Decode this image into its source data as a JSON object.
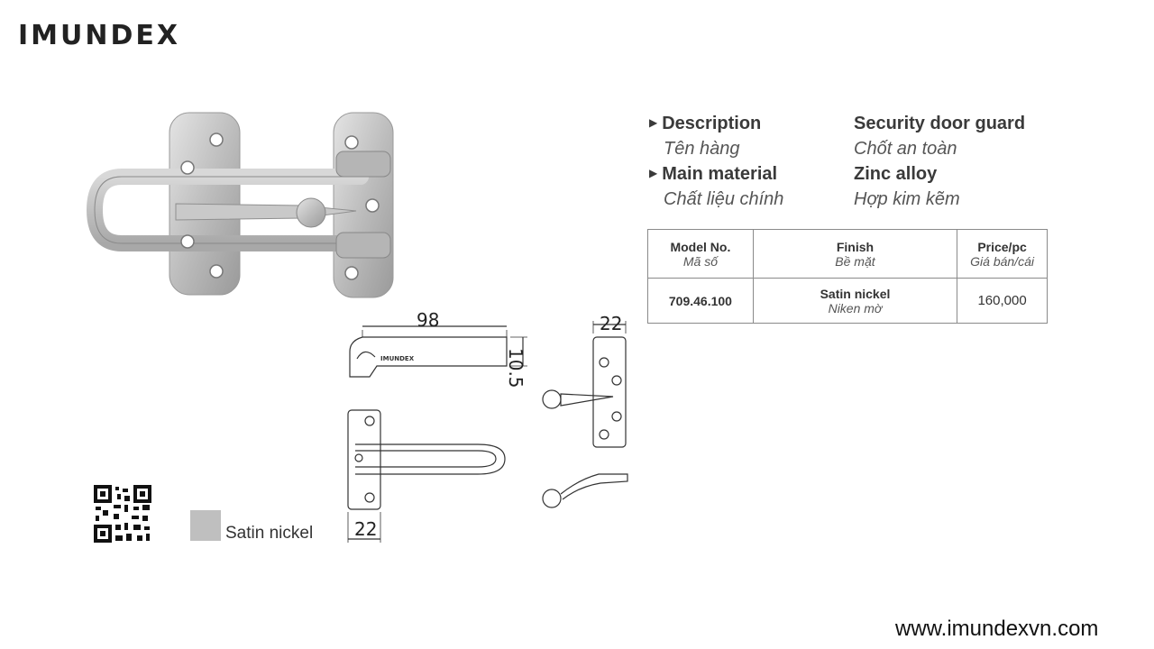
{
  "brand": {
    "logo_text": "IMUNDEX"
  },
  "specs": [
    {
      "key_en": "Description",
      "key_vi": "Tên hàng",
      "val_en": "Security door guard",
      "val_vi": "Chốt an toàn"
    },
    {
      "key_en": "Main material",
      "key_vi": "Chất liệu chính",
      "val_en": "Zinc alloy",
      "val_vi": "Hợp kim kẽm"
    }
  ],
  "table": {
    "headers": [
      {
        "en": "Model No.",
        "vi": "Mã số"
      },
      {
        "en": "Finish",
        "vi": "Bề mặt"
      },
      {
        "en": "Price/pc",
        "vi": "Giá bán/cái"
      }
    ],
    "rows": [
      {
        "model": "709.46.100",
        "finish_en": "Satin nickel",
        "finish_vi": "Niken mờ",
        "price": "160,000"
      }
    ]
  },
  "drawing": {
    "dims": {
      "length": "98",
      "thickness": "10.5",
      "width_top": "22",
      "width_bottom": "22"
    },
    "engraving": "IMUNDEX"
  },
  "finish_swatch": {
    "label": "Satin nickel",
    "color": "#bfbfbf"
  },
  "website": "www.imundexvn.com",
  "icons": [
    "triangle-right-icon",
    "qr-code-icon"
  ]
}
